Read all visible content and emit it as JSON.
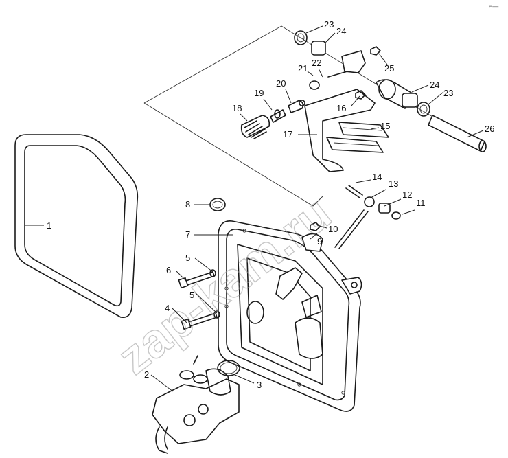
{
  "watermark": "zap-kam.ru",
  "corner_mark": "⌐—",
  "callouts": [
    "1",
    "2",
    "3",
    "4",
    "5",
    "5",
    "6",
    "7",
    "8",
    "9",
    "10",
    "11",
    "12",
    "13",
    "14",
    "15",
    "16",
    "17",
    "18",
    "19",
    "20",
    "21",
    "22",
    "23",
    "23",
    "24",
    "24",
    "25",
    "26"
  ]
}
